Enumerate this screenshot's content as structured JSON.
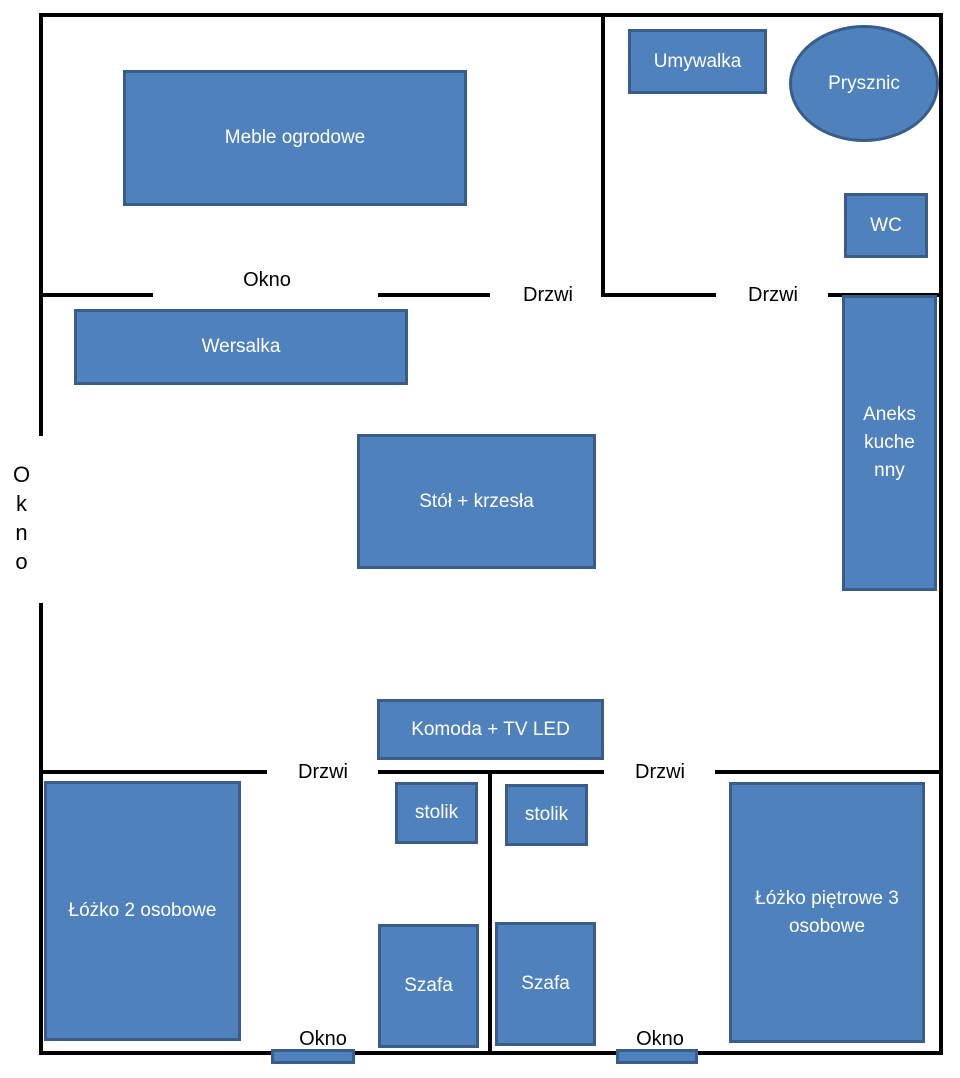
{
  "furniture": {
    "meble_ogrodowe": "Meble ogrodowe",
    "umywalka": "Umywalka",
    "prysznic": "Prysznic",
    "wc": "WC",
    "wersalka": "Wersalka",
    "stol": "Stół + krzesła",
    "aneks_line1": "Aneks",
    "aneks_line2": "kuche",
    "aneks_line3": "nny",
    "komoda": "Komoda + TV LED",
    "stolik_left": "stolik",
    "stolik_right": "stolik",
    "lozko_2": "Łóżko 2 osobowe",
    "szafa_left": "Szafa",
    "szafa_right": "Szafa",
    "lozko_pietrowe": "Łóżko piętrowe 3 osobowe"
  },
  "labels": {
    "okno_terrace": "Okno",
    "drzwi_terrace": "Drzwi",
    "drzwi_bathroom": "Drzwi",
    "okno_left": "Okno",
    "drzwi_bedroom_left": "Drzwi",
    "drzwi_bedroom_right": "Drzwi",
    "okno_bottom_left": "Okno",
    "okno_bottom_right": "Okno"
  },
  "colors": {
    "furniture_fill": "#4f81bd",
    "furniture_border": "#385d8a",
    "wall": "#000000",
    "label_text": "#000000",
    "furniture_text": "#ffffff"
  }
}
